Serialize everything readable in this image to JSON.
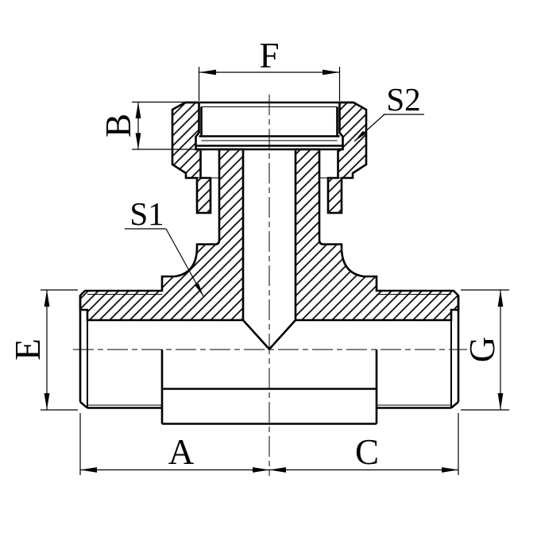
{
  "drawing": {
    "title": "tee-fitting-section-drawing",
    "colors": {
      "line": "#000000",
      "background": "#ffffff"
    },
    "labels": {
      "f": "F",
      "b": "B",
      "s2": "S2",
      "s1": "S1",
      "e": "E",
      "g": "G",
      "a": "A",
      "c": "C"
    }
  }
}
